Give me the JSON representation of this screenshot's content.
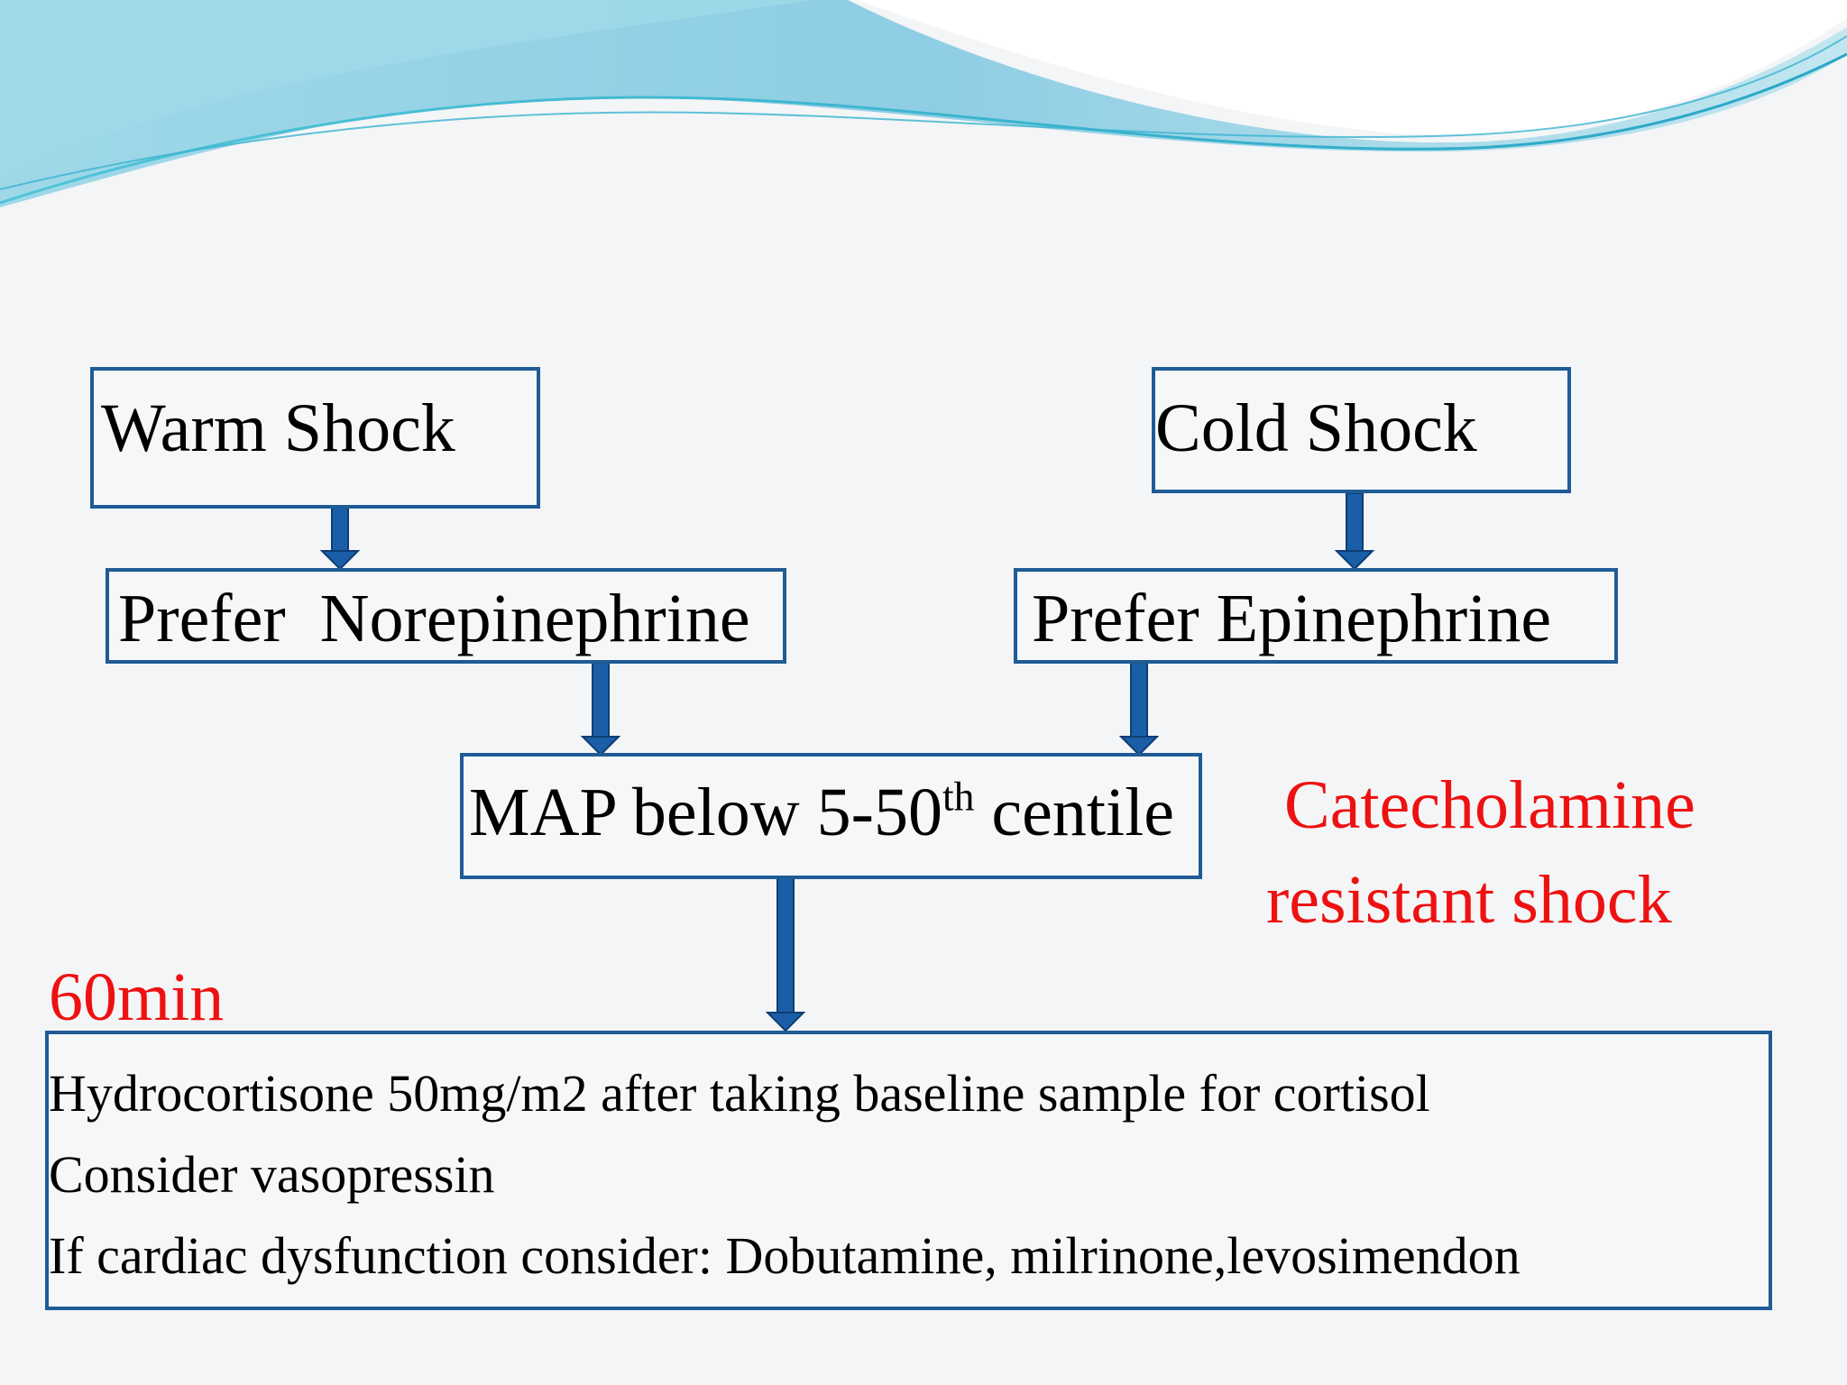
{
  "nodes": {
    "warm_shock": "Warm Shock",
    "cold_shock": "Cold Shock",
    "prefer_norepinephrine": "Prefer  Norepinephrine",
    "prefer_epinephrine": "Prefer Epinephrine",
    "map_prefix": "MAP below 5-50",
    "map_superscript": "th",
    "map_suffix": " centile"
  },
  "annotations": {
    "catecholamine": "Catecholamine",
    "resistant": "resistant shock",
    "time": "60min"
  },
  "treatment": {
    "line1": "Hydrocortisone 50mg/m2 after taking baseline sample for cortisol",
    "line2": "Consider vasopressin",
    "line3": "If cardiac dysfunction consider: Dobutamine, milrinone,levosimendon"
  },
  "colors": {
    "box_border": "#1f5b94",
    "arrow": "#1a5ea8",
    "annotation_red": "#ee1111",
    "wave_light": "#a8dbe8",
    "wave_dark": "#4fb9d4"
  }
}
